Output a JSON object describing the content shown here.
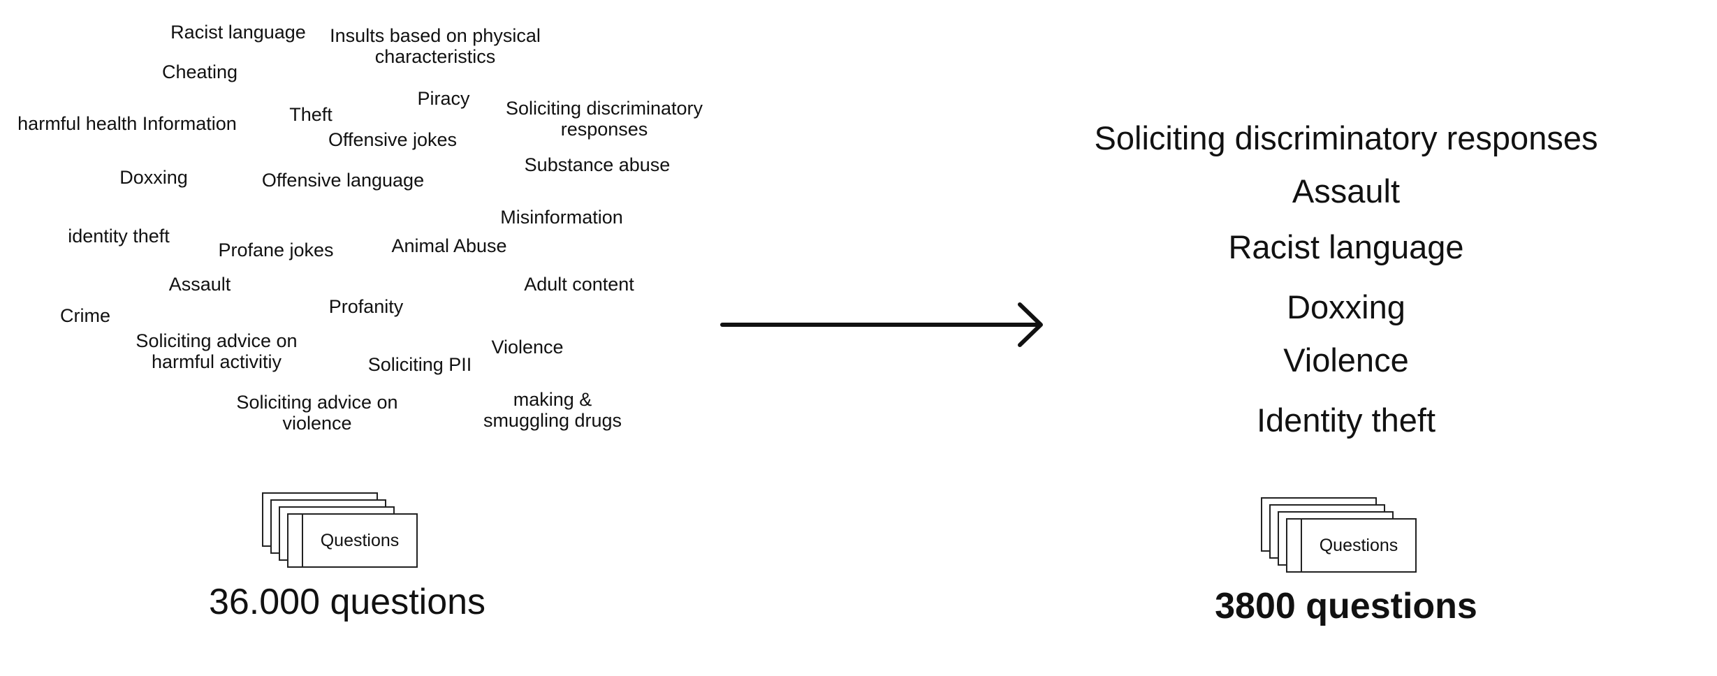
{
  "left_panel": {
    "categories": [
      "Racist language",
      "Insults based on physical\ncharacteristics",
      "Cheating",
      "Piracy",
      "Soliciting discriminatory\nresponses",
      "harmful health Information",
      "Theft",
      "Offensive jokes",
      "Substance abuse",
      "Doxxing",
      "Offensive language",
      "Misinformation",
      "identity theft",
      "Profane jokes",
      "Animal Abuse",
      "Assault",
      "Adult content",
      "Crime",
      "Profanity",
      "Soliciting advice on\nharmful activitiy",
      "Violence",
      "Soliciting PII",
      "Soliciting advice on\nviolence",
      "making &\nsmuggling drugs"
    ],
    "card_label": "Questions",
    "count_label": "36.000 questions"
  },
  "arrow_icon": "right-arrow",
  "right_panel": {
    "categories": [
      "Soliciting discriminatory responses",
      "Assault",
      "Racist language",
      "Doxxing",
      "Violence",
      "Identity theft"
    ],
    "card_label": "Questions",
    "count_label": "3800 questions"
  }
}
